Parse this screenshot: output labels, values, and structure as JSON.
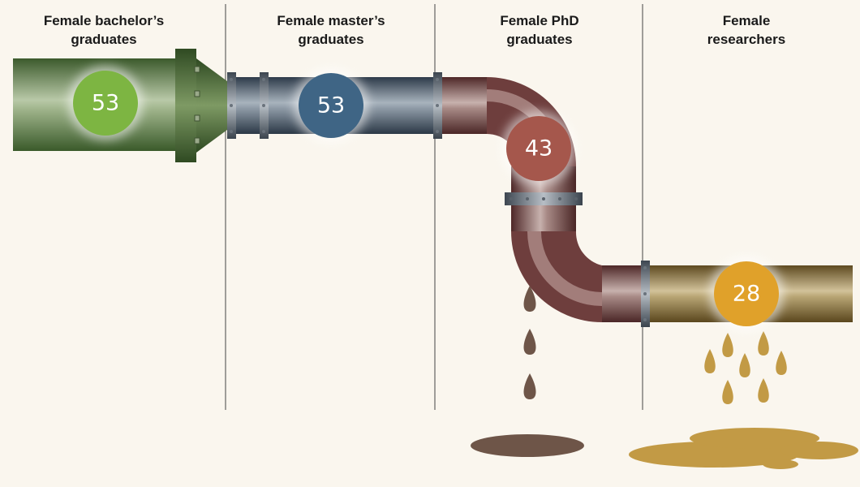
{
  "stages": [
    {
      "line1": "Female bachelor’s",
      "line2": "graduates",
      "value": "53",
      "color": "#7db542"
    },
    {
      "line1": "Female master’s",
      "line2": "graduates",
      "value": "53",
      "color": "#3f6585"
    },
    {
      "line1": "Female PhD",
      "line2": "graduates",
      "value": "43",
      "color": "#a5574c"
    },
    {
      "line1": "Female",
      "line2": "researchers",
      "value": "28",
      "color": "#e0a12a"
    }
  ],
  "colors": {
    "background": "#faf6ee",
    "pipe_green": "#4a6e3a",
    "pipe_blue": "#3a4b5e",
    "pipe_maroon": "#5e3535",
    "pipe_gold": "#7a6230",
    "drop_brown": "#6e5548",
    "drop_gold": "#c29a45"
  }
}
